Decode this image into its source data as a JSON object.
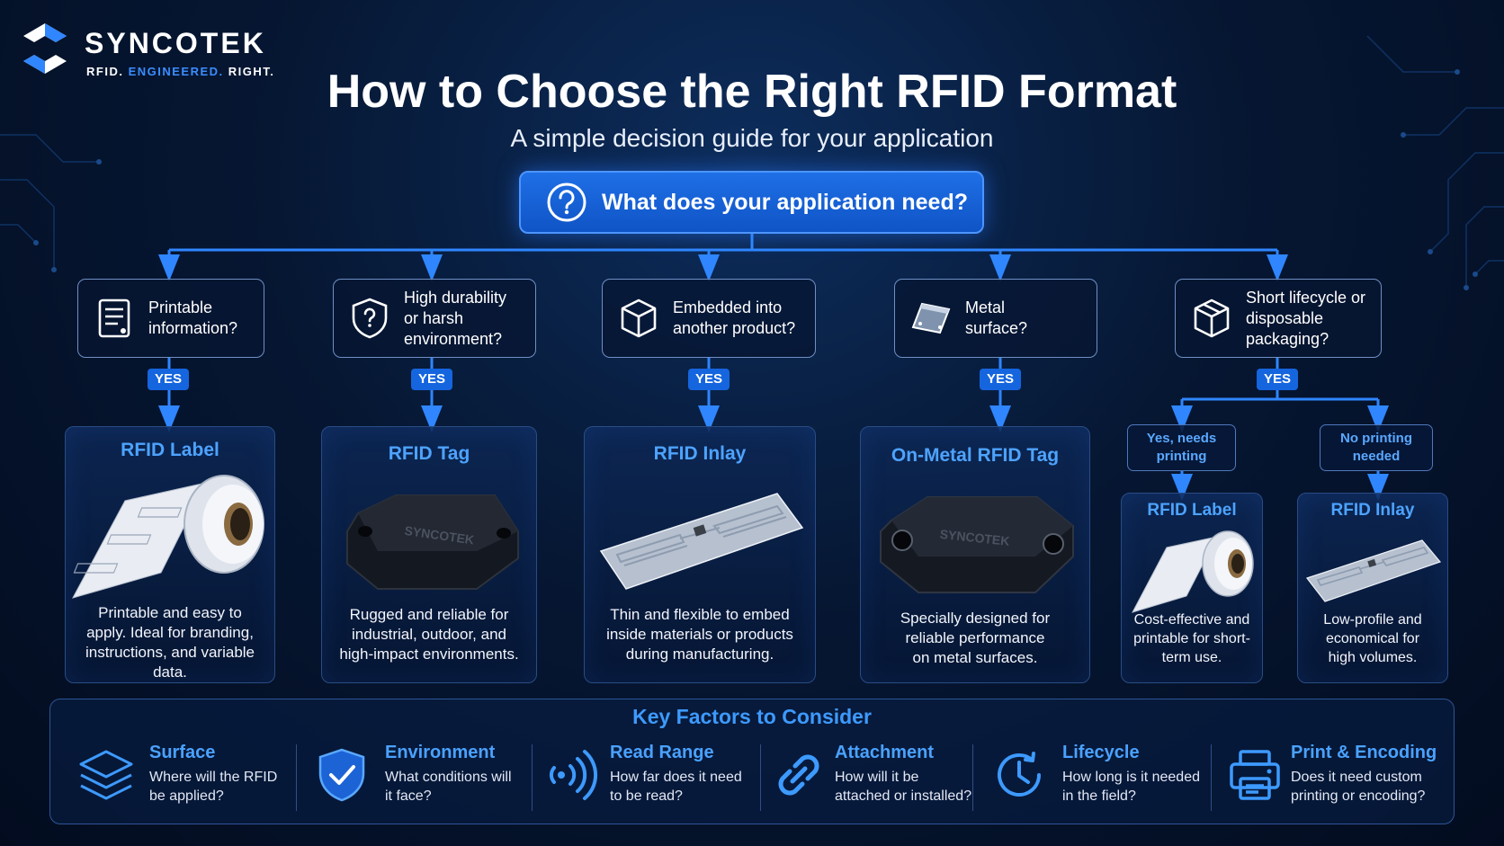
{
  "brand": {
    "name": "SYNCOTEK",
    "tagline_part1": "RFID.",
    "tagline_part2": "ENGINEERED.",
    "tagline_part3": "RIGHT."
  },
  "title": "How to Choose the Right RFID Format",
  "subtitle": "A simple decision guide for your application",
  "root_question": "What does your application need?",
  "yes_label": "YES",
  "questions": [
    {
      "icon": "document-icon",
      "lines": [
        "Printable",
        "information?"
      ]
    },
    {
      "icon": "shield-question-icon",
      "lines": [
        "High durability",
        "or harsh",
        "environment?"
      ]
    },
    {
      "icon": "cube-icon",
      "lines": [
        "Embedded into",
        "another product?"
      ]
    },
    {
      "icon": "metal-plate-icon",
      "lines": [
        "Metal",
        "surface?"
      ]
    },
    {
      "icon": "box-icon",
      "lines": [
        "Short lifecycle or",
        "disposable",
        "packaging?"
      ]
    }
  ],
  "results": [
    {
      "title": "RFID Label",
      "lines": [
        "Printable and easy to",
        "apply. Ideal for branding,",
        "instructions, and variable",
        "data."
      ]
    },
    {
      "title": "RFID Tag",
      "lines": [
        "Rugged and reliable for",
        "industrial, outdoor, and",
        "high-impact environments."
      ]
    },
    {
      "title": "RFID Inlay",
      "lines": [
        "Thin and flexible to embed",
        "inside materials or products",
        "during manufacturing."
      ]
    },
    {
      "title": "On-Metal RFID Tag",
      "lines": [
        "Specially designed for",
        "reliable performance",
        "on metal surfaces."
      ]
    }
  ],
  "sub_branches": [
    {
      "question_lines": [
        "Yes, needs",
        "printing"
      ],
      "title": "RFID Label",
      "lines": [
        "Cost-effective and",
        "printable for short-",
        "term use."
      ]
    },
    {
      "question_lines": [
        "No printing",
        "needed"
      ],
      "title": "RFID Inlay",
      "lines": [
        "Low-profile and",
        "economical for",
        "high volumes."
      ]
    }
  ],
  "product_logo_text": "SYNCOTEK",
  "factors_title": "Key Factors to Consider",
  "factors": [
    {
      "icon": "layers-icon",
      "name": "Surface",
      "lines": [
        "Where will the RFID",
        "be applied?"
      ]
    },
    {
      "icon": "shield-check-icon",
      "name": "Environment",
      "lines": [
        "What conditions will",
        "it face?"
      ]
    },
    {
      "icon": "signal-waves-icon",
      "name": "Read Range",
      "lines": [
        "How far does it need",
        "to be read?"
      ]
    },
    {
      "icon": "chain-link-icon",
      "name": "Attachment",
      "lines": [
        "How will it be",
        "attached or installed?"
      ]
    },
    {
      "icon": "clock-icon",
      "name": "Lifecycle",
      "lines": [
        "How long is it needed",
        "in the field?"
      ]
    },
    {
      "icon": "printer-icon",
      "name": "Print & Encoding",
      "lines": [
        "Does it need custom",
        "printing or encoding?"
      ]
    }
  ],
  "colors": {
    "accent_blue": "#1565de",
    "title_blue": "#4da3ff",
    "background": "#061733"
  }
}
